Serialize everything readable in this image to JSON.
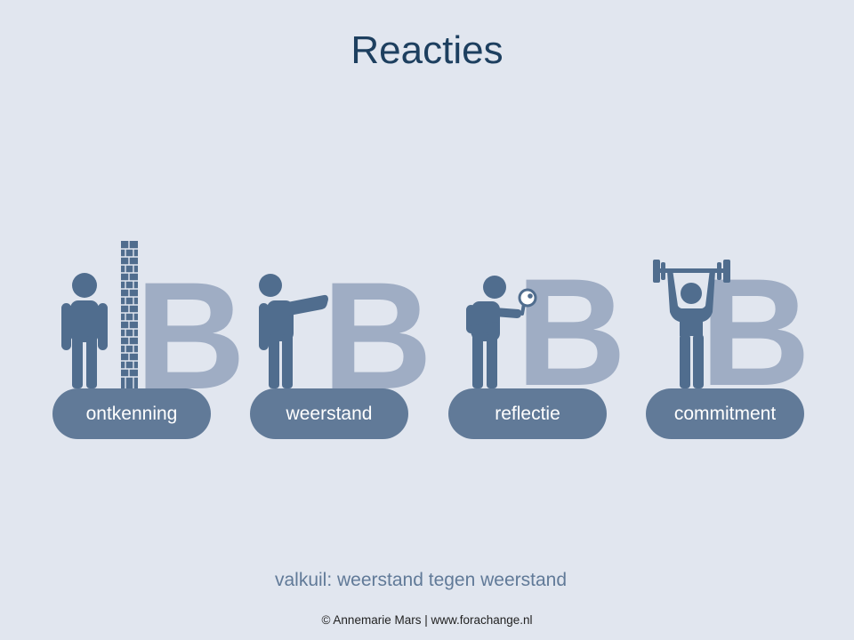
{
  "title": "Reacties",
  "letter": "B",
  "reactions": [
    {
      "label": "ontkenning",
      "icon": "person-with-brick-wall-icon"
    },
    {
      "label": "weerstand",
      "icon": "person-pushing-icon"
    },
    {
      "label": "reflectie",
      "icon": "person-with-magnifier-icon"
    },
    {
      "label": "commitment",
      "icon": "person-lifting-barbell-icon"
    }
  ],
  "pitfall": "valkuil: weerstand tegen weerstand",
  "footer": "© Annemarie Mars | www.forachange.nl",
  "colors": {
    "background": "#e1e6ef",
    "title": "#1d3f5f",
    "figure": "#506d8e",
    "letter": "#9fadc4",
    "pill": "#617a98",
    "pill_text": "#ffffff",
    "pitfall_text": "#617a98"
  }
}
